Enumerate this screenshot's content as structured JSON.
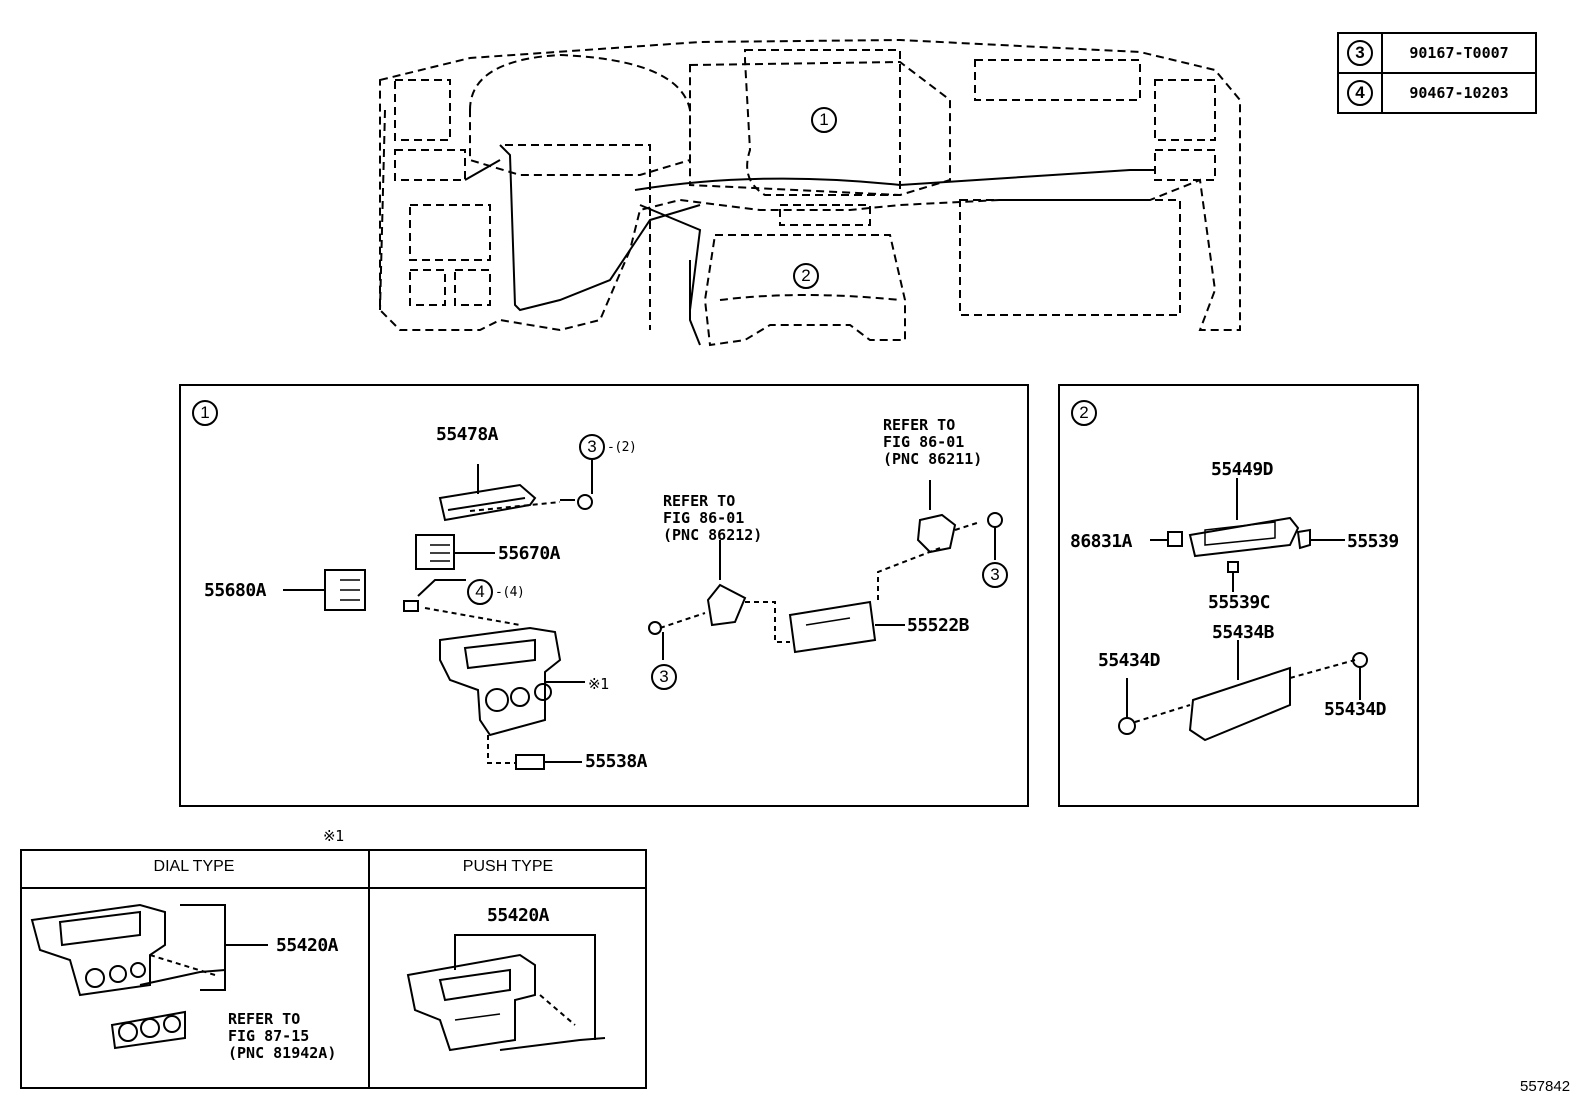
{
  "legend": [
    {
      "ref": "3",
      "part": "90167-T0007"
    },
    {
      "ref": "4",
      "part": "90467-10203"
    }
  ],
  "overview": {
    "callout_1": "1",
    "callout_2": "2"
  },
  "panel1": {
    "badge": "1",
    "labels": {
      "p55478A": "55478A",
      "p55670A": "55670A",
      "p55680A": "55680A",
      "p55522B": "55522B",
      "p55538A": "55538A",
      "note_mark": "※1"
    },
    "screws": {
      "top": {
        "ref": "3",
        "qty": "-(2)"
      },
      "clip": {
        "ref": "4",
        "qty": "-(4)"
      },
      "mid": {
        "ref": "3"
      },
      "right": {
        "ref": "3"
      }
    },
    "refer_a": {
      "l1": "REFER TO",
      "l2": "FIG 86-01",
      "l3": "(PNC 86212)"
    },
    "refer_b": {
      "l1": "REFER TO",
      "l2": "FIG 86-01",
      "l3": "(PNC 86211)"
    }
  },
  "panel2": {
    "badge": "2",
    "labels": {
      "p55449D": "55449D",
      "p86831A": "86831A",
      "p55539": "55539",
      "p55539C": "55539C",
      "p55434B": "55434B",
      "p55434D_left": "55434D",
      "p55434D_right": "55434D"
    }
  },
  "note_table": {
    "mark": "※1",
    "dial_header": "DIAL TYPE",
    "push_header": "PUSH TYPE",
    "dial_part": "55420A",
    "push_part": "55420A",
    "refer": {
      "l1": "REFER TO",
      "l2": "FIG 87-15",
      "l3": "(PNC 81942A)"
    }
  },
  "figure_id": "557842"
}
